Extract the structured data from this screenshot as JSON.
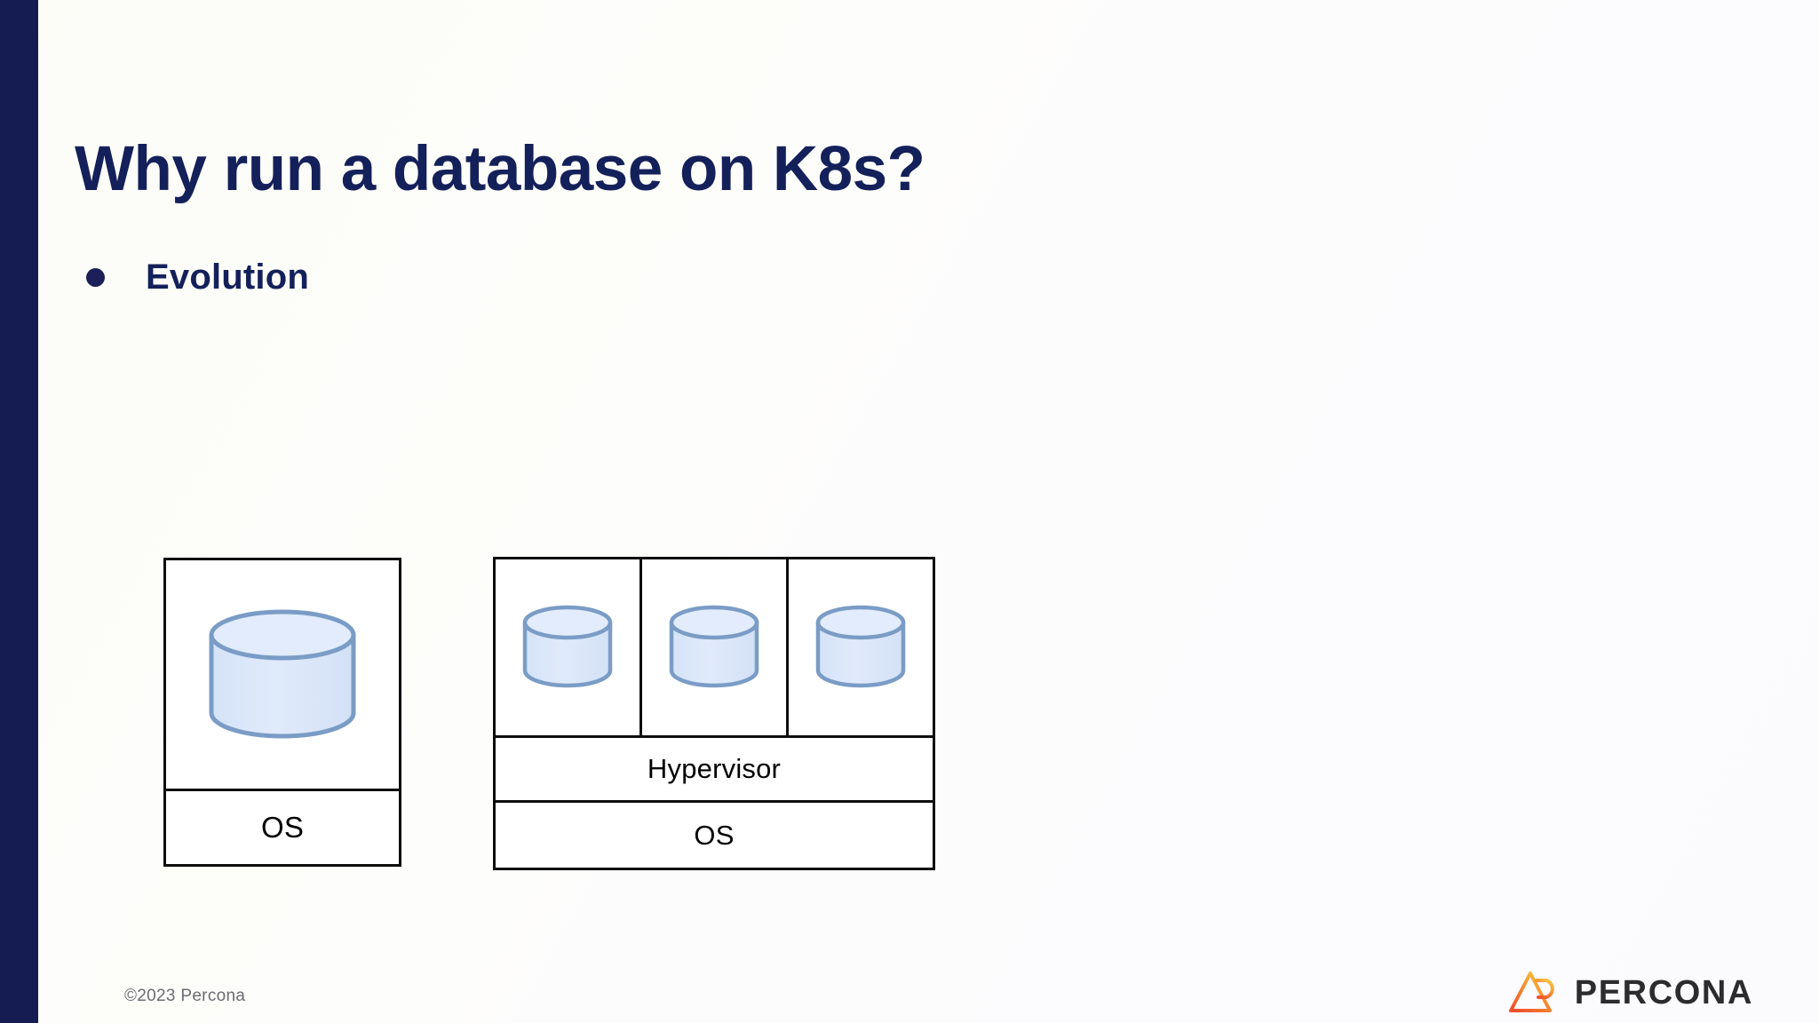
{
  "slide": {
    "title": "Why run a database on K8s?",
    "bullets": [
      {
        "label": "Evolution"
      }
    ]
  },
  "diagrams": [
    {
      "name": "bare-metal-stack",
      "cells": [
        {
          "icon": "database-cylinder-icon"
        }
      ],
      "layers": [
        {
          "label": "OS"
        }
      ]
    },
    {
      "name": "virtual-machine-stack",
      "cells": [
        {
          "icon": "database-cylinder-icon"
        },
        {
          "icon": "database-cylinder-icon"
        },
        {
          "icon": "database-cylinder-icon"
        }
      ],
      "layers": [
        {
          "label": "Hypervisor"
        },
        {
          "label": "OS"
        }
      ]
    }
  ],
  "footer": {
    "copyright": "©2023 Percona",
    "brand_name": "PERCONA",
    "brand_mark": "percona-triangle-logo-icon"
  },
  "colors": {
    "accent_stripe": "#151c51",
    "title_text": "#14205a",
    "bullet_text": "#14205a",
    "bullet_dot": "#1b2158",
    "diagram_border": "#0d0d0d",
    "cylinder_fill": "#dce7f9",
    "cylinder_stroke": "#7a9cc6",
    "background": "#fcfdf8",
    "footer_text": "#6b6b72",
    "brand_wordmark": "#2c2c2e",
    "brand_mark_gradient_start": "#f7c843",
    "brand_mark_gradient_end": "#f0502d"
  }
}
